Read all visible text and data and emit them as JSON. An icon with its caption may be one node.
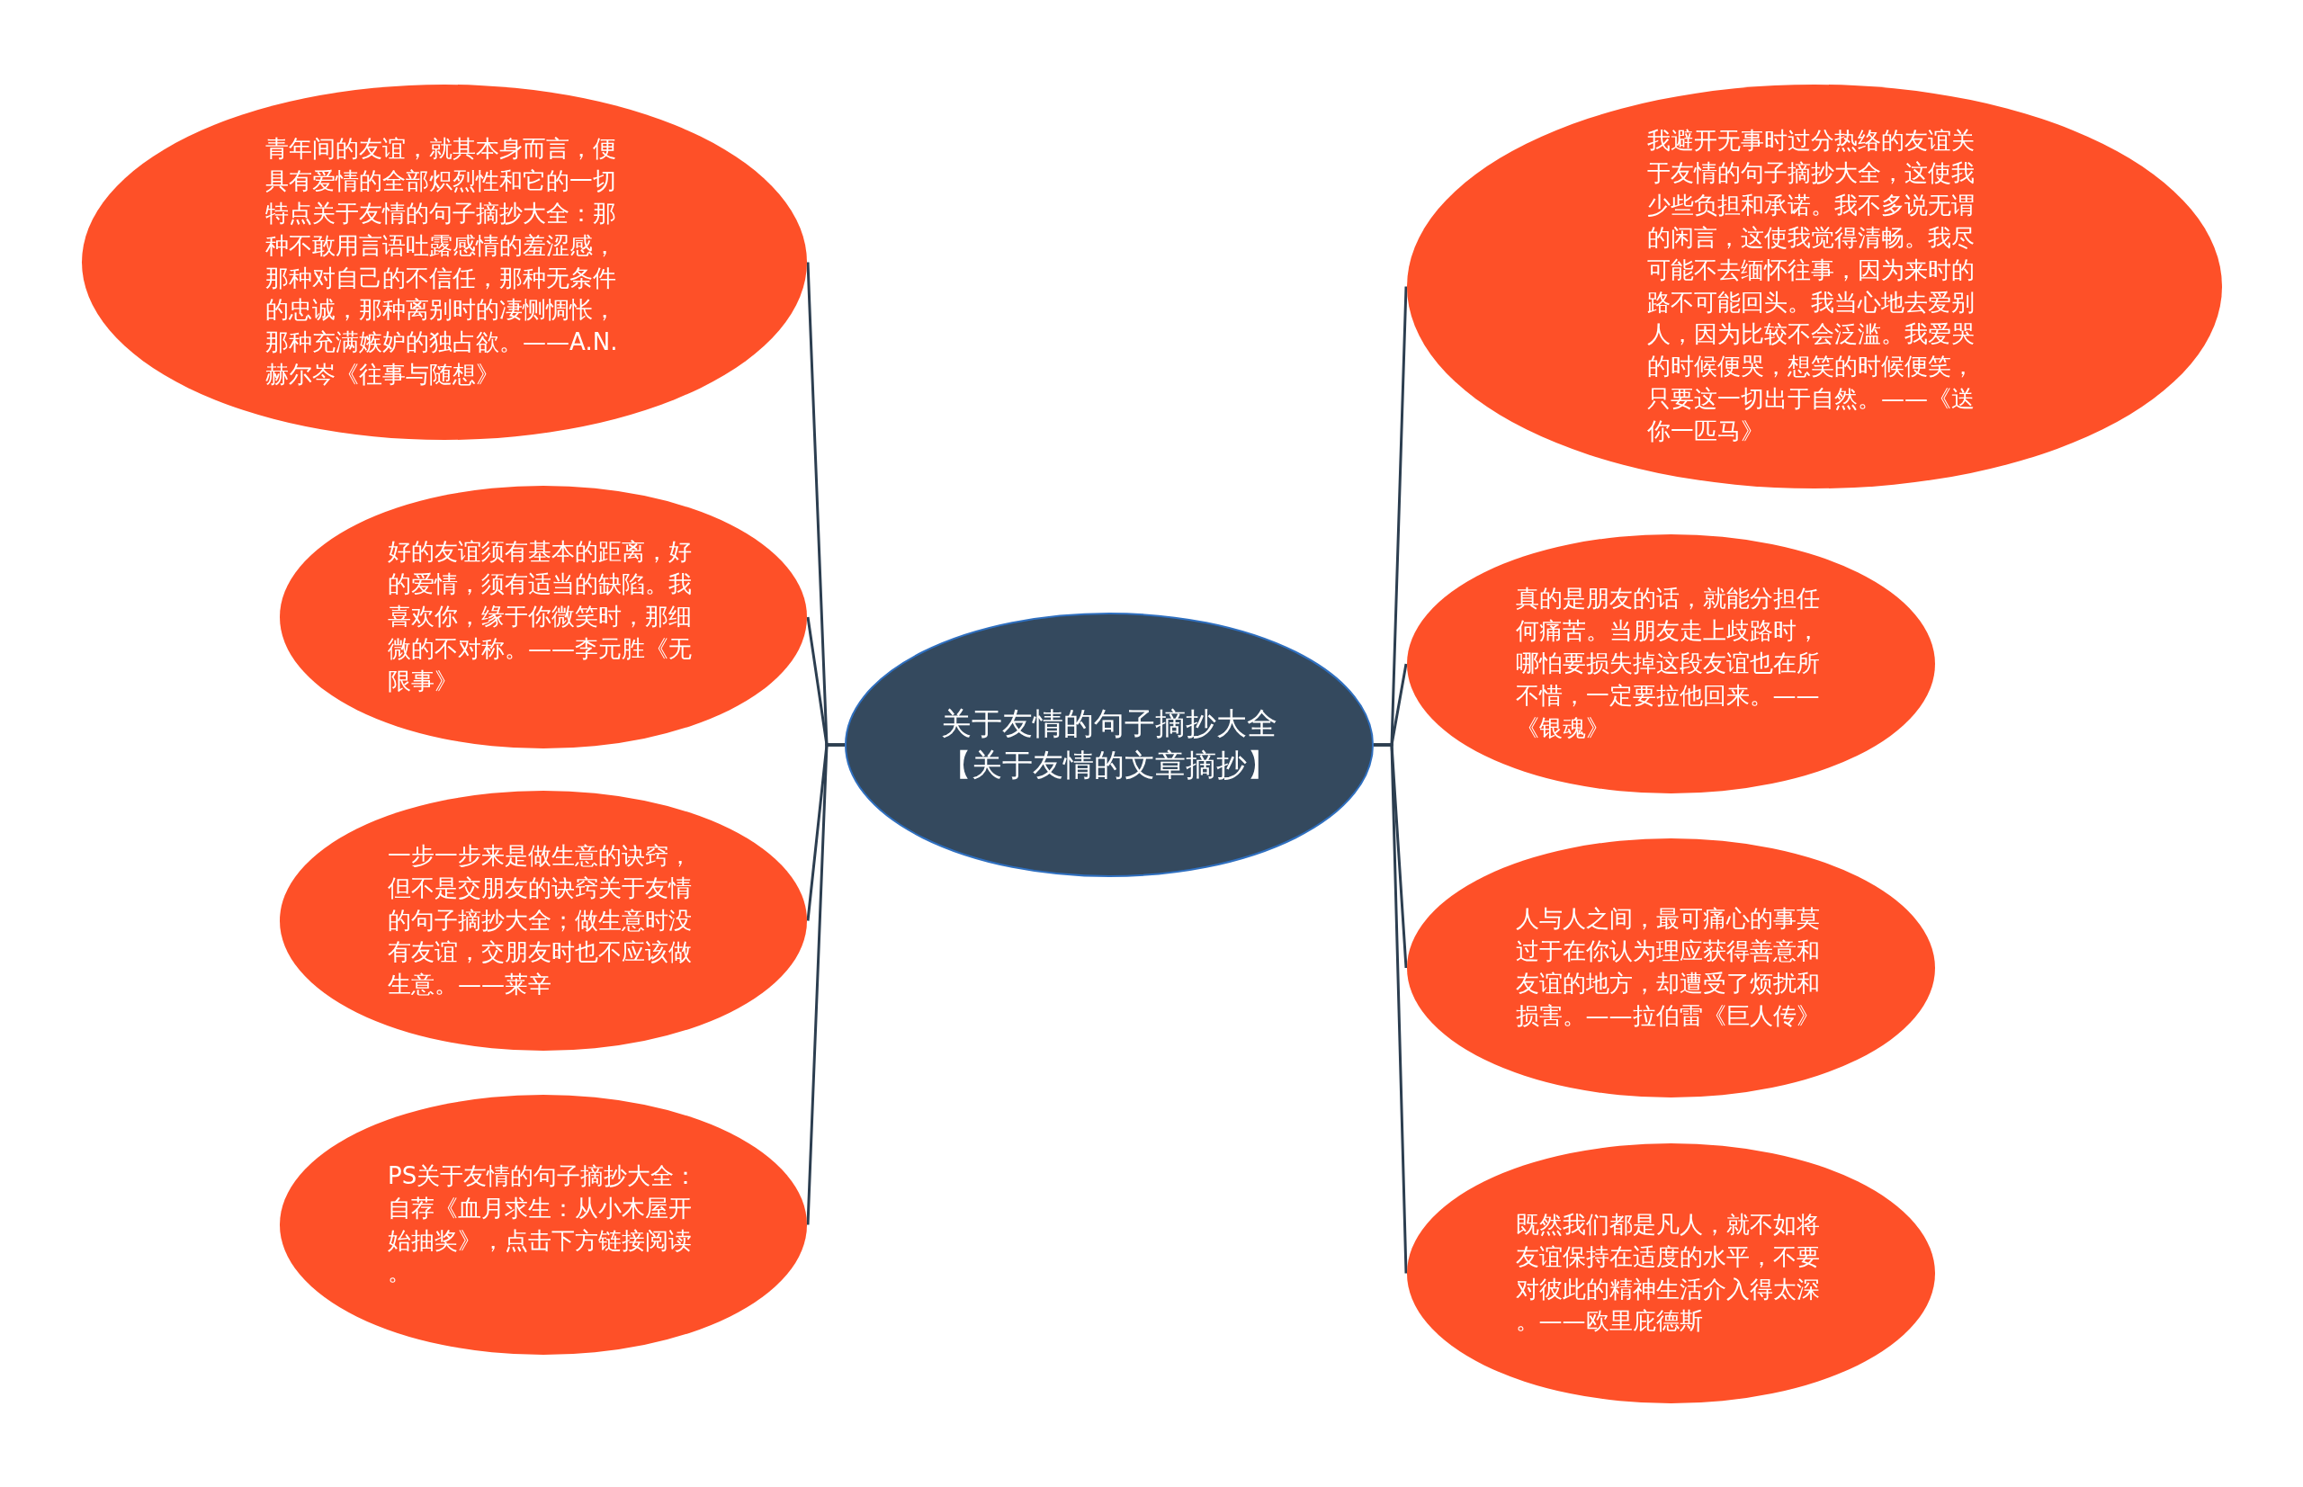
{
  "diagram": {
    "nodes": [
      {
        "text": [
          "关于友情的句子摘抄大全【关于友情的文章摘抄】"
        ]
      },
      {
        "text": [
          "青年间的友谊，就其本身而言，便具有爱情的全部炽烈性和它的一切特点关于友情的句子摘抄大全：那种不敢用言语吐露感情的羞涩感，那种对自己的不信任，那种无条件的忠诚，那种离别时的凄恻惆怅，那种充满嫉妒的独占欲。——A.N.赫尔岑《往事与随想》"
        ]
      },
      {
        "text": [
          "好的友谊须有基本的距离，好的爱情，须有适当的缺陷。我喜欢你，缘于你微笑时，那细微的不对称。——李元胜《无限事》"
        ]
      },
      {
        "text": [
          "一步一步来是做生意的诀窍，但不是交朋友的诀窍关于友情的句子摘抄大全；做生意时没有友谊，交朋友时也不应该做生意。——莱辛"
        ]
      },
      {
        "text": [
          "PS关于友情的句子摘抄大全：自荐《血月求生：从小木屋开始抽奖》，点击下方链接阅读。"
        ]
      },
      {
        "text": [
          "我避开无事时过分热络的友谊关于友情的句子摘抄大全，这使我少些负担和承诺。我不多说无谓的闲言，这使我觉得清畅。我尽可能不去缅怀往事，因为来时的路不可能回头。我当心地去爱别人，因为比较不会泛滥。我爱哭的时候便哭，想笑的时候便笑，只要这一切出于自然。——《送你一匹马》"
        ]
      },
      {
        "text": [
          "真的是朋友的话，就能分担任何痛苦。当朋友走上歧路时，哪怕要损失掉这段友谊也在所不惜，一定要拉他回来。——《银魂》"
        ]
      },
      {
        "text": [
          "人与人之间，最可痛心的事莫过于在你认为理应获得善意和友谊的地方，却遭受了烦扰和损害。——拉伯雷《巨人传》"
        ]
      },
      {
        "text": [
          "既然我们都是凡人，就不如将友谊保持在适度的水平，不要对彼此的精神生活介入得太深。——欧里庇德斯"
        ]
      }
    ],
    "edges": [
      {
        "from": 0,
        "to": 1,
        "arrow": "none"
      },
      {
        "from": 0,
        "to": 2,
        "arrow": "none"
      },
      {
        "from": 0,
        "to": 3,
        "arrow": "none"
      },
      {
        "from": 0,
        "to": 4,
        "arrow": "none"
      },
      {
        "from": 0,
        "to": 5,
        "arrow": "none"
      },
      {
        "from": 0,
        "to": 6,
        "arrow": "none"
      },
      {
        "from": 0,
        "to": 7,
        "arrow": "none"
      },
      {
        "from": 0,
        "to": 8,
        "arrow": "none"
      }
    ]
  }
}
